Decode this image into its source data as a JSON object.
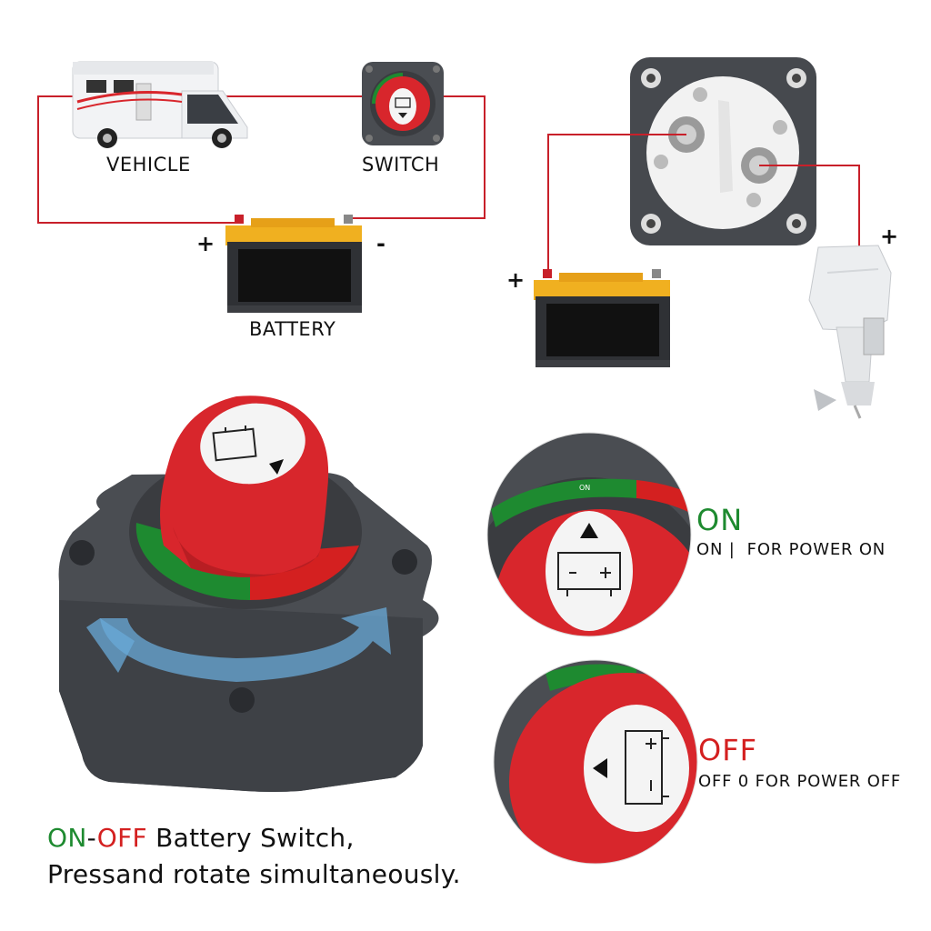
{
  "labels": {
    "vehicle": "VEHICLE",
    "switch": "SWITCH",
    "battery": "BATTERY",
    "plus": "+",
    "minus": "-",
    "dial_on": "ON"
  },
  "states": {
    "on": {
      "title": "ON",
      "description": "ON |  FOR POWER ON"
    },
    "off": {
      "title": "OFF",
      "description": "OFF 0 FOR POWER OFF"
    }
  },
  "caption": {
    "on": "ON",
    "dash": "-",
    "off": "OFF",
    "rest": " Battery Switch,",
    "line2": "Pressand rotate simultaneously."
  },
  "colors": {
    "wire": "#c8202a",
    "on_green": "#1e8a30",
    "off_red": "#d42020",
    "knob_red": "#d8262c",
    "housing": "#4a4d52",
    "battery_gold": "#f0b020"
  }
}
